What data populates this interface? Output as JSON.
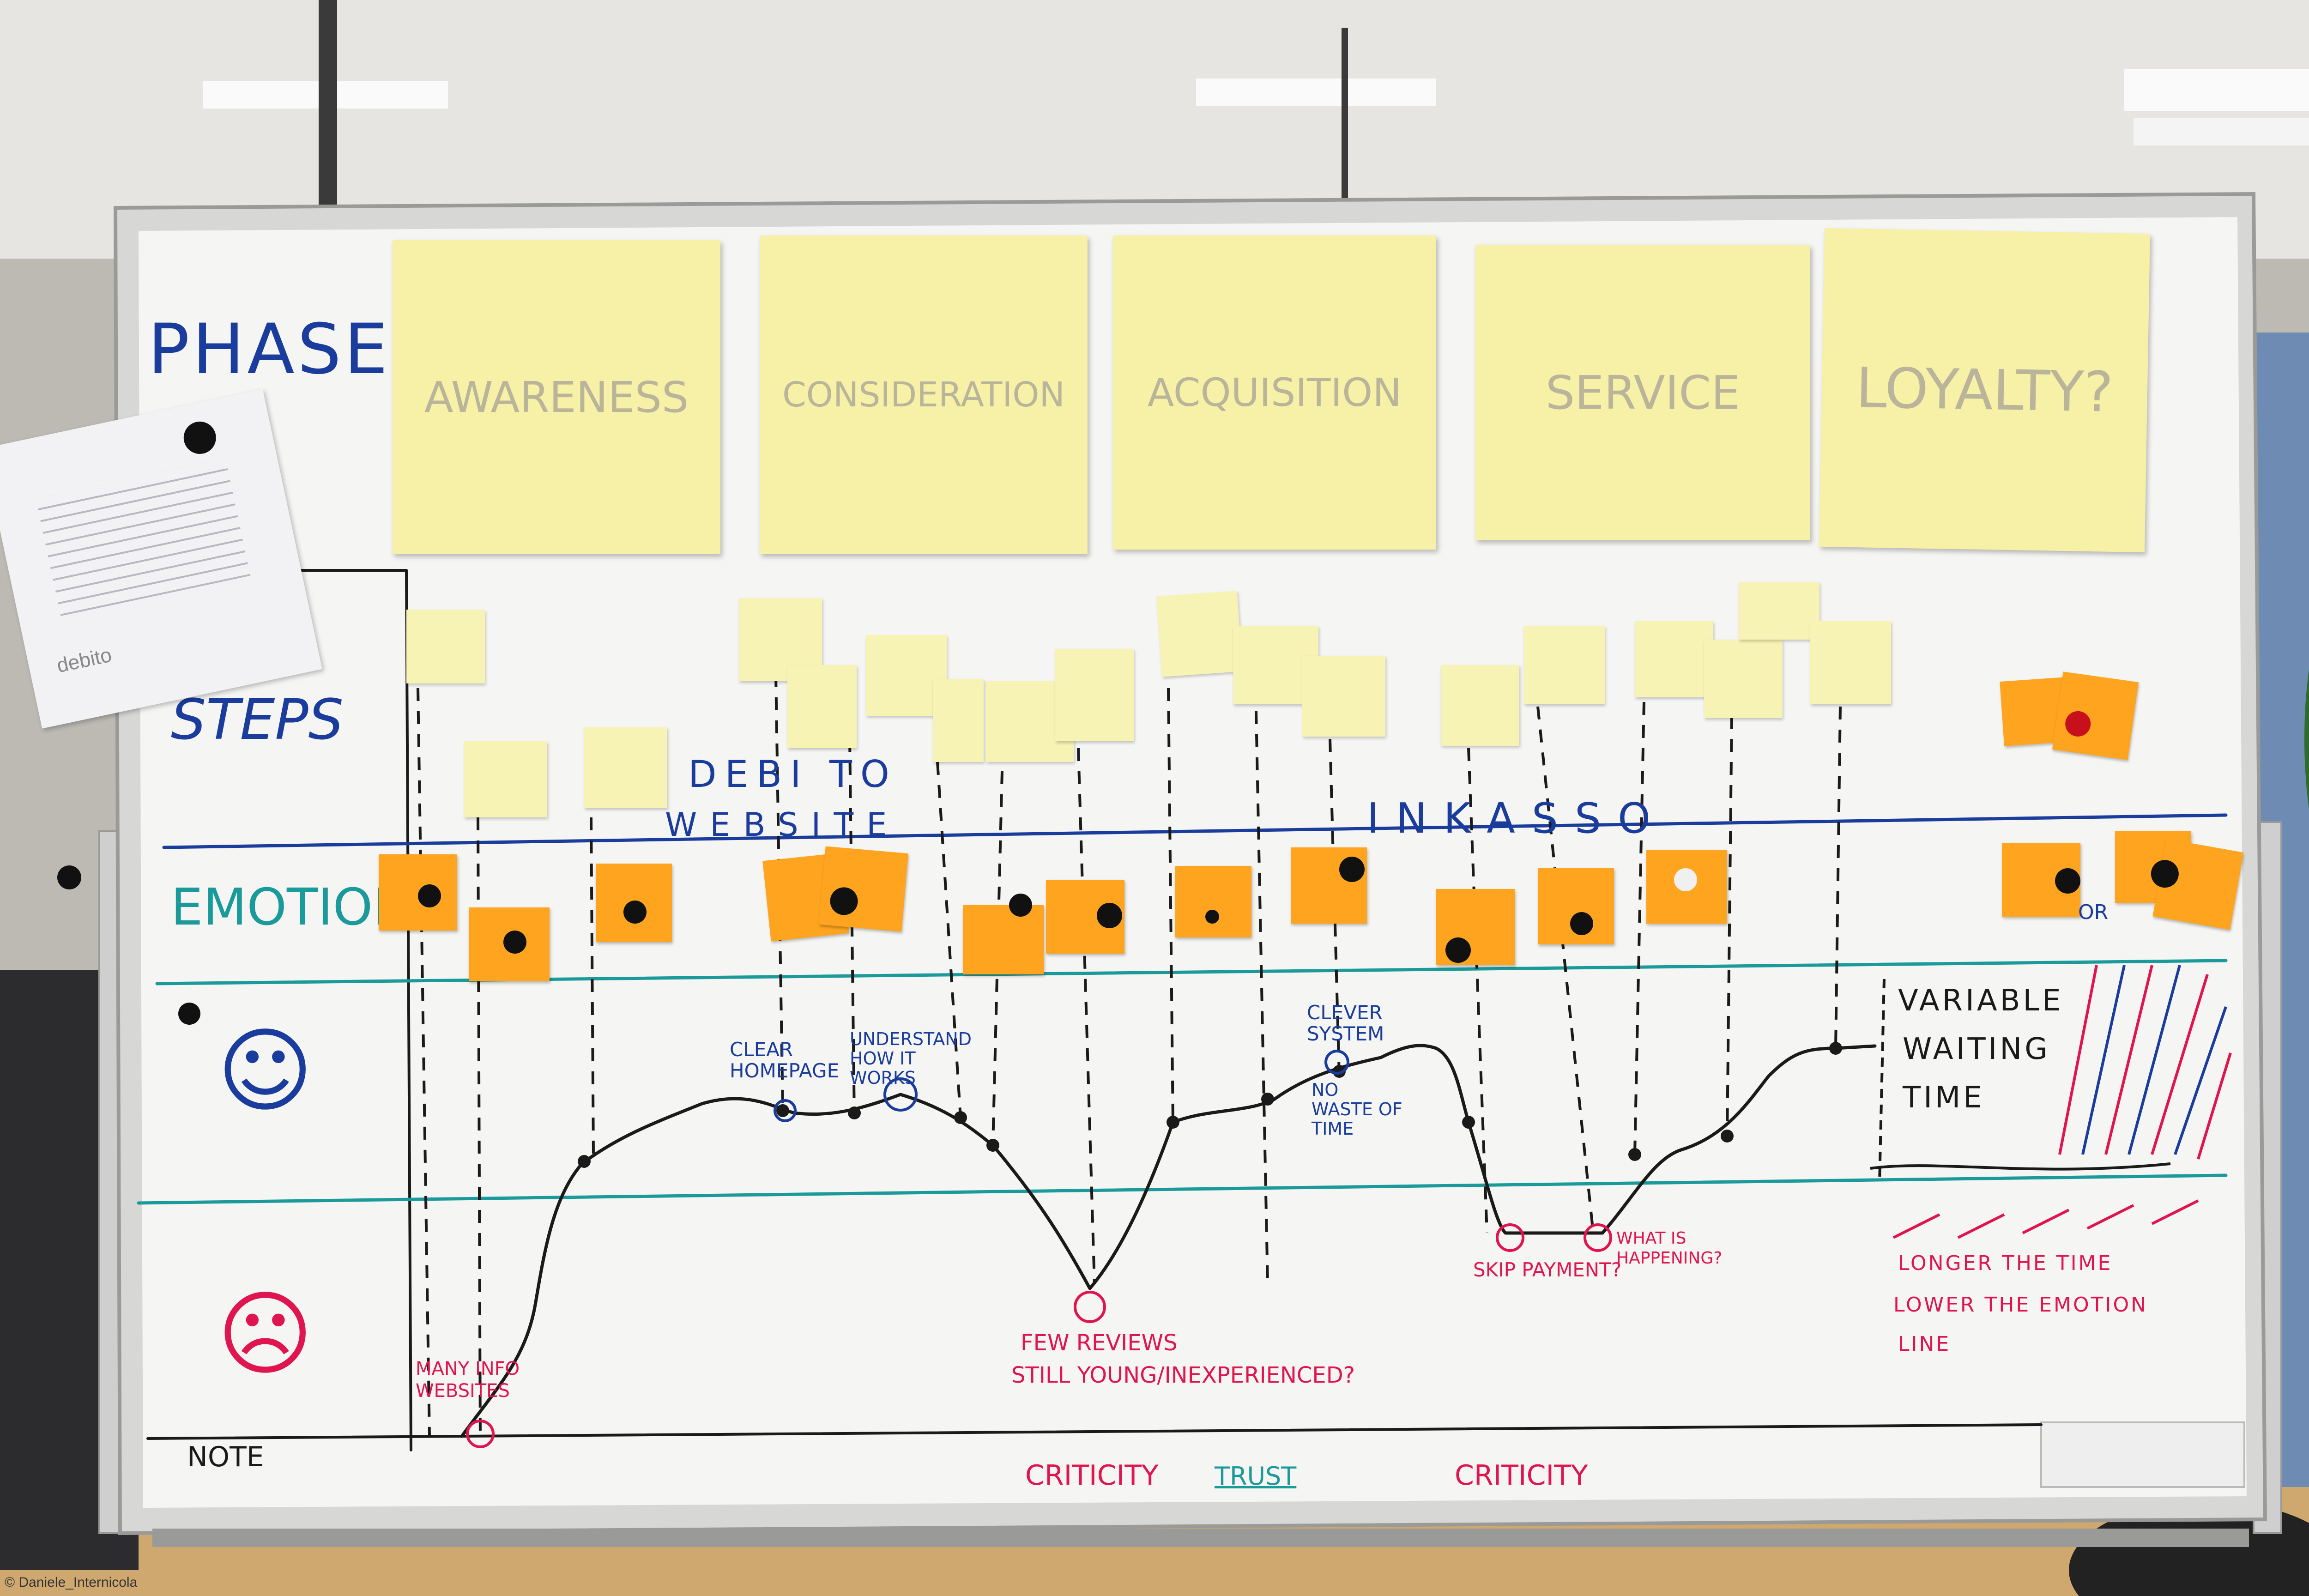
{
  "board": {
    "row_labels": {
      "phases": "PHASES",
      "steps": "STEPS",
      "emotions": "EMOTIONS",
      "note": "NOTE"
    },
    "phases": [
      "AWARENESS",
      "CONSIDERATION",
      "ACQUISITION",
      "SERVICE",
      "LOYALTY?"
    ],
    "band_labels": {
      "debito_1": "DEBI TO",
      "website": "WEBSITE",
      "inkasso": "INKASSO"
    },
    "curve_annotations": {
      "many_info": "MANY INFO WEBSITES",
      "clear_homepage": "CLEAR HOMEPAGE",
      "understand": "UNDERSTAND HOW IT WORKS",
      "few_reviews": "FEW REVIEWS",
      "still_young": "STILL YOUNG/INEXPERIENCED?",
      "clever_system": "CLEVER SYSTEM",
      "no_waste": "NO WASTE OF TIME",
      "skip_payment": "SKIP PAYMENT?",
      "what_happening": "WHAT IS HAPPENING?"
    },
    "side_note": {
      "variable": "VARIABLE",
      "waiting": "WAITING",
      "time": "TIME",
      "longer": "LONGER THE TIME",
      "lower": "LOWER THE EMOTION",
      "line": "LINE"
    },
    "or_label": "OR",
    "notes_row": {
      "criticity_1": "CRITICITY",
      "trust": "TRUST",
      "criticity_2": "CRITICITY"
    },
    "face_happy": "☺",
    "face_sad": "☹"
  },
  "paper": {
    "logo": "debito"
  },
  "photo_credit": "© Daniele_Internicola",
  "colors": {
    "postit_yellow": "#f6f1a6",
    "postit_orange": "#ffa41f",
    "marker_blue": "#1a3c9c",
    "marker_teal": "#1a9a9a",
    "marker_red": "#e0144f",
    "marker_black": "#1a1a1a"
  }
}
